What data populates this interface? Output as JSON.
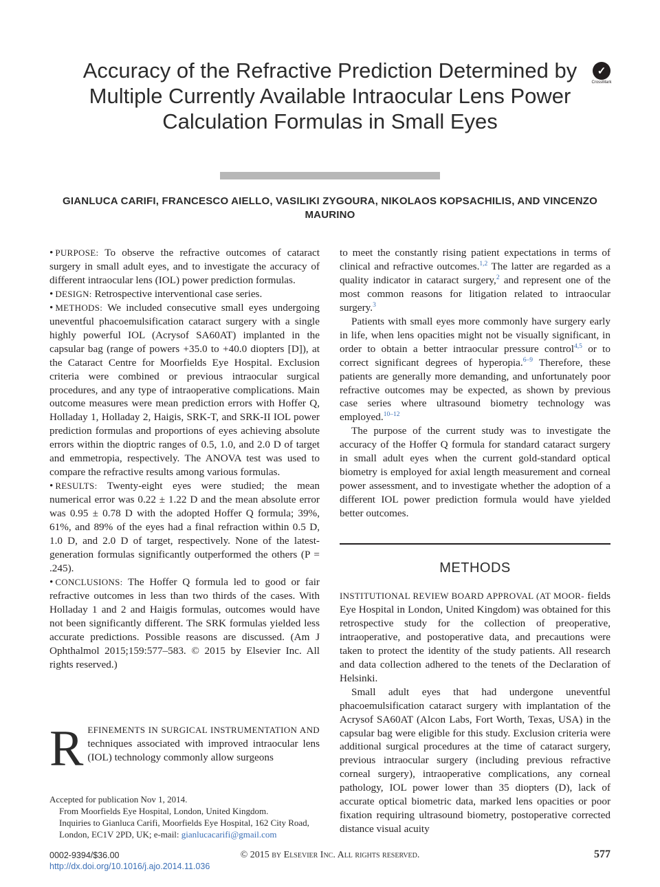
{
  "title": "Accuracy of the Refractive Prediction Determined by Multiple Currently Available Intraocular Lens Power Calculation Formulas in Small Eyes",
  "crossmark": {
    "icon": "crossmark-icon",
    "label": "CrossMark"
  },
  "authors": "GIANLUCA CARIFI, FRANCESCO AIELLO, VASILIKI ZYGOURA, NIKOLAOS KOPSACHILIS, AND VINCENZO MAURINO",
  "abstract": {
    "purpose_label": "PURPOSE:",
    "purpose": "To observe the refractive outcomes of cataract surgery in small adult eyes, and to investigate the accuracy of different intraocular lens (IOL) power prediction formulas.",
    "design_label": "DESIGN:",
    "design": "Retrospective interventional case series.",
    "methods_label": "METHODS:",
    "methods": "We included consecutive small eyes undergoing uneventful phacoemulsification cataract surgery with a single highly powerful IOL (Acrysof SA60AT) implanted in the capsular bag (range of powers +35.0 to +40.0 diopters [D]), at the Cataract Centre for Moorfields Eye Hospital. Exclusion criteria were combined or previous intraocular surgical procedures, and any type of intraoperative complications. Main outcome measures were mean prediction errors with Hoffer Q, Holladay 1, Holladay 2, Haigis, SRK-T, and SRK-II IOL power prediction formulas and proportions of eyes achieving absolute errors within the dioptric ranges of 0.5, 1.0, and 2.0 D of target and emmetropia, respectively. The ANOVA test was used to compare the refractive results among various formulas.",
    "results_label": "RESULTS:",
    "results": "Twenty-eight eyes were studied; the mean numerical error was 0.22 ± 1.22 D and the mean absolute error was 0.95 ± 0.78 D with the adopted Hoffer Q formula; 39%, 61%, and 89% of the eyes had a final refraction within 0.5 D, 1.0 D, and 2.0 D of target, respectively. None of the latest-generation formulas significantly outperformed the others (P = .245).",
    "conclusions_label": "CONCLUSIONS:",
    "conclusions": "The Hoffer Q formula led to good or fair refractive outcomes in less than two thirds of the cases. With Holladay 1 and 2 and Haigis formulas, outcomes would have not been significantly different. The SRK formulas yielded less accurate predictions. Possible reasons are discussed.",
    "citation": "(Am J Ophthalmol 2015;159:577–583. © 2015 by Elsevier Inc. All rights reserved.)"
  },
  "intro": {
    "dropcap": "R",
    "lead_caps": "EFINEMENTS IN SURGICAL INSTRUMENTATION AND",
    "text": "techniques associated with improved intraocular lens (IOL) technology commonly allow surgeons"
  },
  "footnotes": {
    "accepted": "Accepted for publication Nov 1, 2014.",
    "from": "From Moorfields Eye Hospital, London, United Kingdom.",
    "inquiries": "Inquiries to Gianluca Carifi, Moorfields Eye Hospital, 162 City Road, London, EC1V 2PD, UK; e-mail:",
    "email": "gianlucacarifi@gmail.com"
  },
  "right_col": {
    "p1_a": "to meet the constantly rising patient expectations in terms of clinical and refractive outcomes.",
    "p1_ref1": "1,2",
    "p1_b": "The latter are regarded as a quality indicator in cataract surgery,",
    "p1_ref2": "2",
    "p1_c": "and represent one of the most common reasons for litigation related to intraocular surgery.",
    "p1_ref3": "3",
    "p2_a": "Patients with small eyes more commonly have surgery early in life, when lens opacities might not be visually significant, in order to obtain a better intraocular pressure control",
    "p2_ref1": "4,5",
    "p2_b": "or to correct significant degrees of hyperopia.",
    "p2_ref2": "6–9",
    "p2_c": "Therefore, these patients are generally more demanding, and unfortunately poor refractive outcomes may be expected, as shown by previous case series where ultrasound biometry technology was employed.",
    "p2_ref3": "10–12",
    "p3": "The purpose of the current study was to investigate the accuracy of the Hoffer Q formula for standard cataract surgery in small adult eyes when the current gold-standard optical biometry is employed for axial length measurement and corneal power assessment, and to investigate whether the adoption of a different IOL power prediction formula would have yielded better outcomes."
  },
  "methods": {
    "heading": "METHODS",
    "irb_caps": "INSTITUTIONAL REVIEW BOARD APPROVAL (AT MOOR-",
    "irb_text": "fields Eye Hospital in London, United Kingdom) was obtained for this retrospective study for the collection of preoperative, intraoperative, and postoperative data, and precautions were taken to protect the identity of the study patients. All research and data collection adhered to the tenets of the Declaration of Helsinki.",
    "p2": "Small adult eyes that had undergone uneventful phacoemulsification cataract surgery with implantation of the Acrysof SA60AT (Alcon Labs, Fort Worth, Texas, USA) in the capsular bag were eligible for this study. Exclusion criteria were additional surgical procedures at the time of cataract surgery, previous intraocular surgery (including previous refractive corneal surgery), intraoperative complications, any corneal pathology, IOL power lower than 35 diopters (D), lack of accurate optical biometric data, marked lens opacities or poor fixation requiring ultrasound biometry, postoperative corrected distance visual acuity"
  },
  "footer": {
    "issn": "0002-9394/$36.00",
    "doi": "http://dx.doi.org/10.1016/j.ajo.2014.11.036",
    "copyright": "© 2015 by Elsevier Inc. All rights reserved.",
    "page": "577"
  }
}
